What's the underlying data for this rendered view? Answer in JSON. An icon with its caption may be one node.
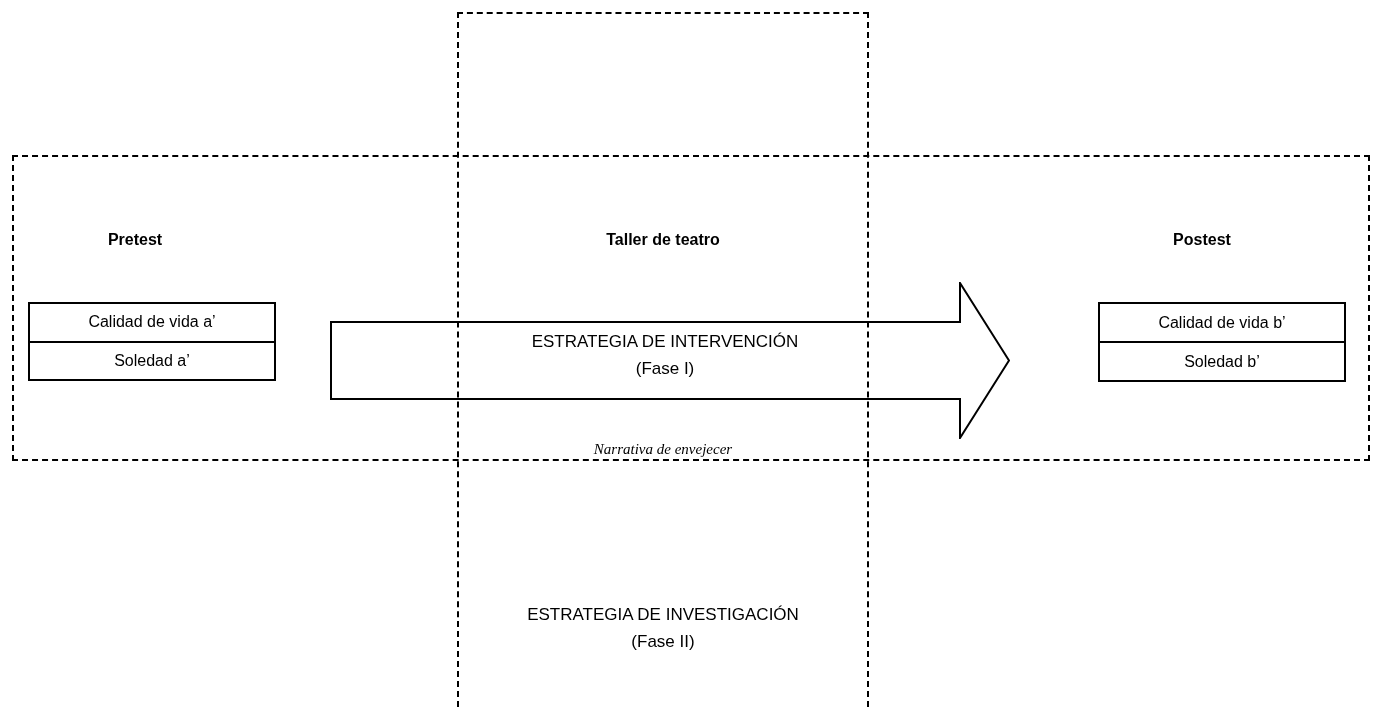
{
  "diagram": {
    "nodes": [
      {
        "text": [],
        "shape": "box"
      },
      {
        "text": [
          "Taller de teatro",
          "ESTRATEGIA DE INVESTIGACIÓN (Fase II)"
        ]
      },
      {
        "text": [
          "Calidad de vida a’",
          "Soledad a’"
        ],
        "in": 0
      },
      {
        "text": [
          "ESTRATEGIA DE INTERVENCIÓN (Fase I)"
        ],
        "in": 0
      },
      {
        "text": [
          "Calidad de vida b’",
          "Soledad b’"
        ],
        "in": 0
      }
    ],
    "edges": [],
    "labels": [
      "Pretest",
      "Postest",
      "Narrativa de envejecer"
    ]
  }
}
